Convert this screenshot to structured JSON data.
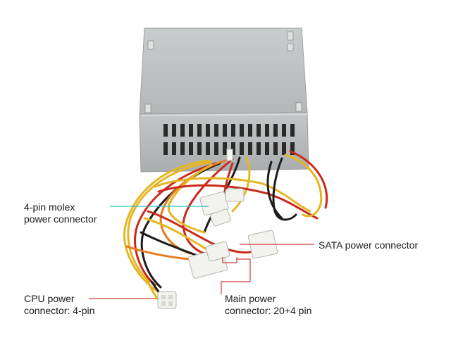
{
  "colors": {
    "background": "#ffffff",
    "psu_casing": "#b9bdbd",
    "molex_leader": "#22c6c6",
    "callout_leader": "#d23b3b",
    "label_text": "#1a1a1a",
    "wire_yellow": "#e5b624",
    "wire_red": "#c92a1c",
    "wire_black": "#1c1c1c",
    "wire_orange": "#e87a1f",
    "connector_white": "#f2f2ee"
  },
  "labels": {
    "molex": {
      "line1": "4-pin molex",
      "line2": "power connector"
    },
    "sata": {
      "line1": "SATA power connector"
    },
    "cpu": {
      "line1": "CPU power",
      "line2": "connector: 4-pin"
    },
    "main": {
      "line1": "Main power",
      "line2": "connector: 20+4 pin"
    }
  }
}
